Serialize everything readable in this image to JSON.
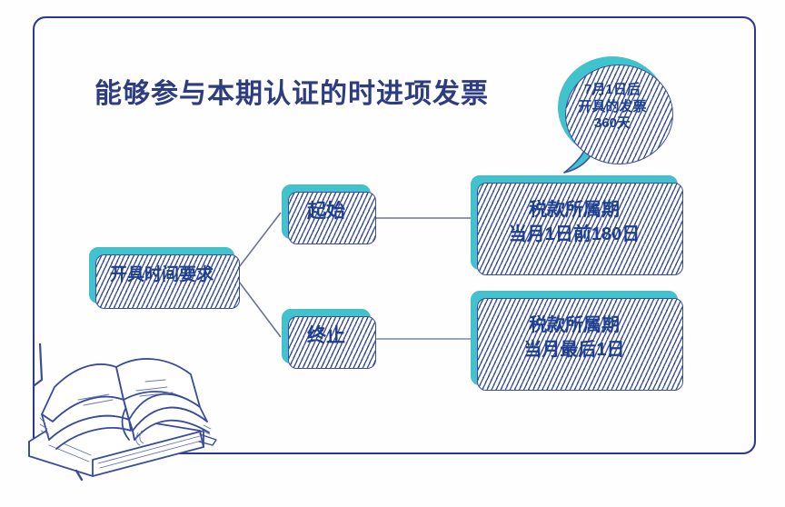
{
  "page": {
    "title": "能够参与本期认证的时进项发票",
    "frame_color": "#2b3a8f",
    "node_fill": "#41c3cd",
    "node_text_color": "#1f3f8f",
    "background": "#ffffff"
  },
  "bubble": {
    "name": "invoice-360-day-callout",
    "line1": "7月1日后",
    "line2": "开具的发票",
    "line3": "360天"
  },
  "nodes": {
    "source": {
      "label": "开具时间要求"
    },
    "start": {
      "label": "起始"
    },
    "end": {
      "label": "终止"
    },
    "period_start": {
      "line1": "税款所属期",
      "line2": "当月1日前180日"
    },
    "period_end": {
      "line1": "税款所属期",
      "line2": "当月最后1日"
    }
  },
  "illustration": {
    "book": "open-book-sketch"
  },
  "chart_data": {
    "type": "diagram",
    "title": "能够参与本期认证的时进项发票",
    "root": "开具时间要求",
    "branches": [
      {
        "label": "起始",
        "result": [
          "税款所属期",
          "当月1日前180日"
        ],
        "annotation": [
          "7月1日后",
          "开具的发票",
          "360天"
        ]
      },
      {
        "label": "终止",
        "result": [
          "税款所属期",
          "当月最后1日"
        ],
        "annotation": null
      }
    ]
  }
}
